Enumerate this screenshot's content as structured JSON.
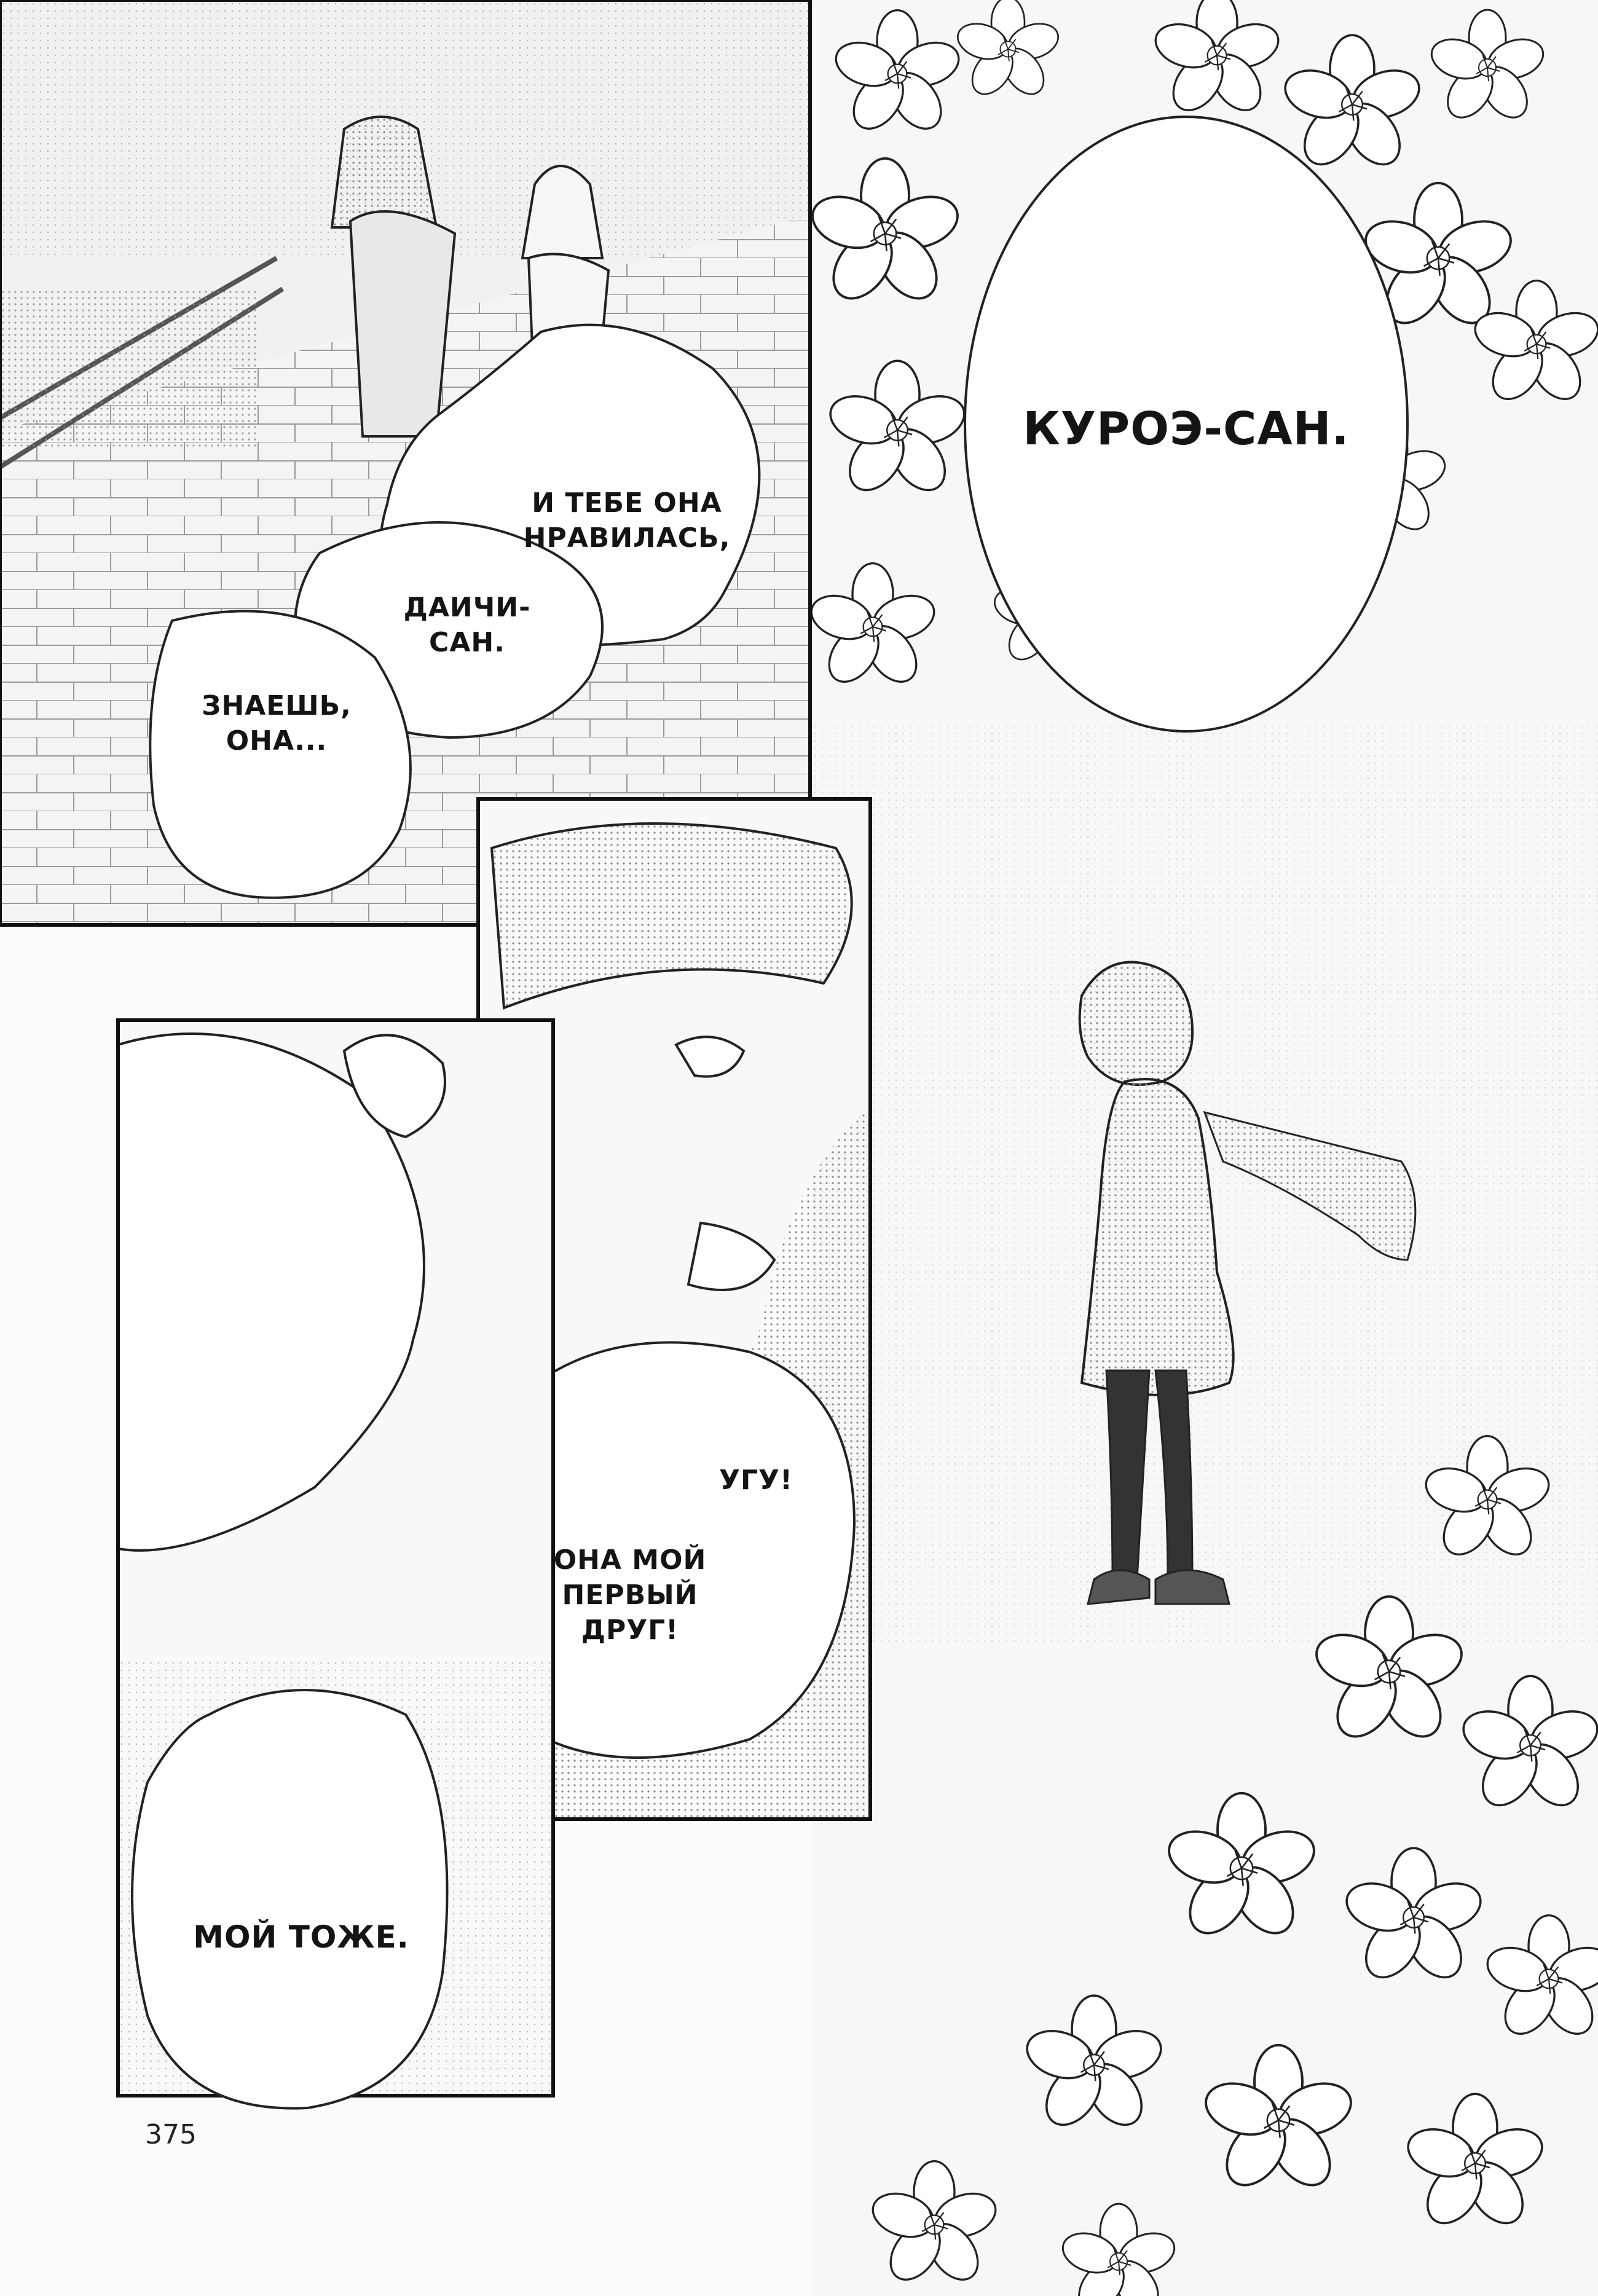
{
  "panels": {
    "top_left": {
      "bubbles": [
        "И ТЕБЕ ОНА\nНРАВИЛАСЬ,",
        "ДАИЧИ-САН.",
        "ЗНАЕШЬ,\nОНА..."
      ]
    },
    "right": {
      "caption": "КУРОЭ-САН."
    },
    "middle": {
      "bubbles": [
        "УГУ!",
        "ОНА МОЙ\nПЕРВЫЙ\nДРУГ!"
      ]
    },
    "bottom_left": {
      "bubbles": [
        "МОЙ ТОЖЕ."
      ]
    }
  },
  "page_number": "375",
  "colors": {
    "ink": "#141414",
    "paper": "#fbfbfb",
    "screentone": "#d9d9d9"
  }
}
